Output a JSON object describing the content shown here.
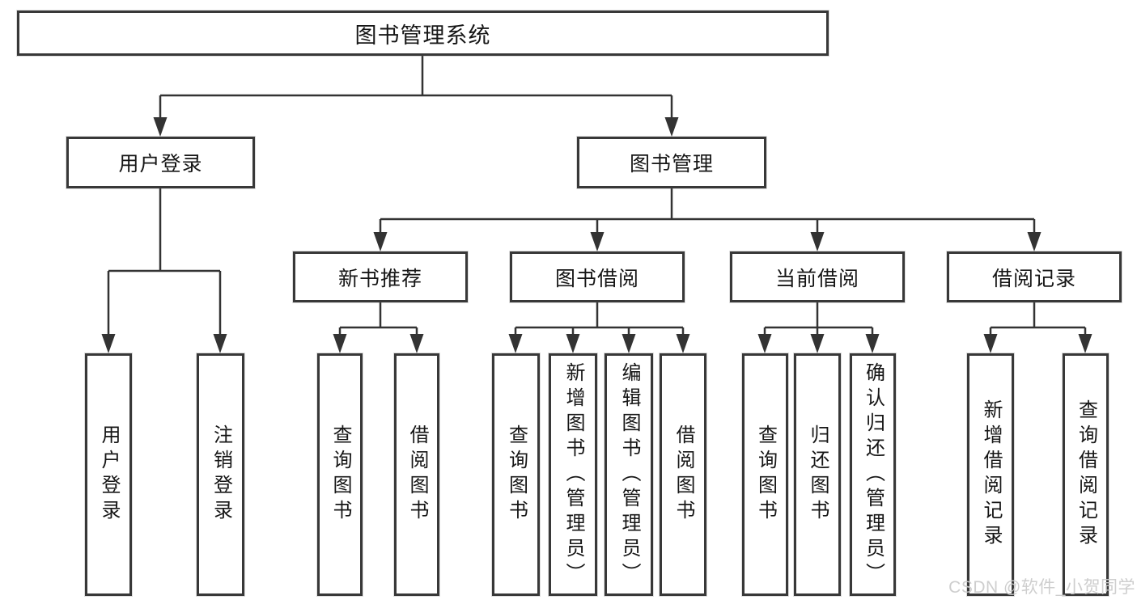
{
  "root": {
    "label": "图书管理系统"
  },
  "level2": {
    "user_login": {
      "label": "用户登录"
    },
    "book_management": {
      "label": "图书管理"
    }
  },
  "level3": {
    "new_book_recommend": {
      "label": "新书推荐"
    },
    "book_borrow": {
      "label": "图书借阅"
    },
    "current_borrow": {
      "label": "当前借阅"
    },
    "borrow_record": {
      "label": "借阅记录"
    }
  },
  "leaves": {
    "user_login": [
      "用户登录",
      "注销登录"
    ],
    "new_book_recommend": [
      "查询图书",
      "借阅图书"
    ],
    "book_borrow": [
      "查询图书",
      "新增图书（管理员）",
      "编辑图书（管理员）",
      "借阅图书"
    ],
    "current_borrow": [
      "查询图书",
      "归还图书",
      "确认归还（管理员）"
    ],
    "borrow_record": [
      "新增借阅记录",
      "查询借阅记录"
    ]
  },
  "watermark": {
    "text": "CSDN @软件_小贺同学"
  },
  "colors": {
    "line": "#333333",
    "box_border": "#383838",
    "box_fill": "#ffffff",
    "text": "#161616",
    "watermark": "#cbcbcb"
  }
}
